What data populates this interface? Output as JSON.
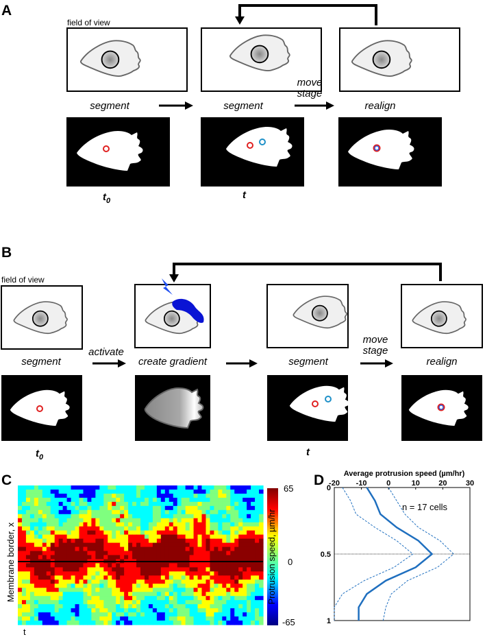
{
  "panels": {
    "a": "A",
    "b": "B",
    "c": "C",
    "d": "D"
  },
  "panel_a": {
    "field_of_view": "field of view",
    "segment_1": "segment",
    "segment_2": "segment",
    "realign": "realign",
    "move_1": "move",
    "move_2": "stage",
    "t0": "t",
    "t0_sub": "0",
    "t": "t"
  },
  "panel_b": {
    "field_of_view": "field of view",
    "segment_1": "segment",
    "activate": "activate",
    "create_gradient": "create gradient",
    "segment_2": "segment",
    "realign": "realign",
    "move_1": "move",
    "move_2": "stage",
    "t0": "t",
    "t0_sub": "0",
    "t": "t"
  },
  "panel_c": {
    "ylabel": "Membrane border, x",
    "xtick": "t",
    "colorbar_label": "Protrusion speed, µm/hr",
    "cbar_max": "65",
    "cbar_mid": "0",
    "cbar_min": "-65",
    "colors": {
      "high": "#8b0000",
      "mid": "#7fff7f",
      "low": "#00008b"
    }
  },
  "chart_data": {
    "type": "line",
    "title": "Average protrusion speed (µm/hr)",
    "annotation": "n = 17 cells",
    "xlim": [
      -20,
      30
    ],
    "xticks": [
      "-20",
      "-10",
      "0",
      "10",
      "20",
      "30"
    ],
    "ylim": [
      0,
      1
    ],
    "yticks": [
      "0",
      "0.5",
      "1"
    ],
    "y": [
      0,
      0.1,
      0.2,
      0.3,
      0.4,
      0.5,
      0.6,
      0.7,
      0.8,
      0.9,
      1.0
    ],
    "series": [
      {
        "values": [
          -8,
          -5,
          -3,
          3,
          11,
          16,
          10,
          -1,
          -8,
          -11,
          -11
        ],
        "color": "#1f6fbf"
      },
      {
        "values": [
          -17,
          -14,
          -12,
          -5,
          3,
          9,
          2,
          -9,
          -17,
          -20,
          -20
        ],
        "color": "#1f6fbf"
      },
      {
        "values": [
          0,
          3,
          6,
          11,
          19,
          24,
          18,
          7,
          1,
          -1,
          -2
        ],
        "color": "#1f6fbf"
      }
    ],
    "midline_y": 0.5
  }
}
